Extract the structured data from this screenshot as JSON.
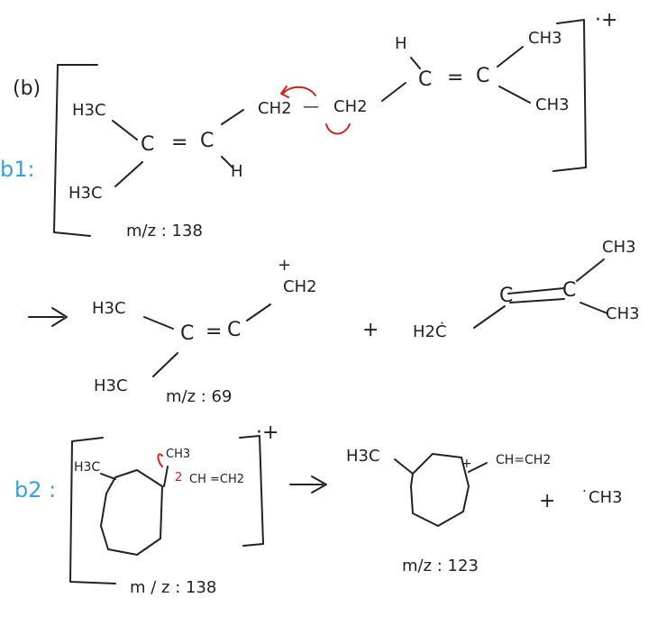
{
  "section_label": "(b)",
  "b1": {
    "label": "b1:",
    "h3c_top": "H3C",
    "h3c_bottom": "H3C",
    "c_left": "C",
    "eq1": "=",
    "c_right": "C",
    "h_low": "H",
    "ch2_a": "CH2",
    "dash": "—",
    "ch2_b": "CH2",
    "h_top": "H",
    "c3": "C",
    "eq2": "=",
    "c4": "C",
    "ch3_top": "CH3",
    "ch3_bottom": "CH3",
    "charge": "·+",
    "mz": "m/z : 138"
  },
  "fragments_1": {
    "arrow": "→",
    "plus_cation": "+",
    "ch2": "CH2",
    "h3c_top": "H3C",
    "c_a": "C",
    "eq": "=",
    "c_b": "C",
    "h3c_bottom": "H3C",
    "mz": "m/z : 69",
    "plus": "+",
    "h2c_radical": "H2Ċ",
    "c_left": "C",
    "c_right": "C",
    "ch3_top": "CH3",
    "ch3_bottom": "CH3"
  },
  "b2": {
    "label": "b2 :",
    "h3c": "H3C",
    "ch3_red": "CH3",
    "num_red": "2",
    "vinyl": "CH =CH2",
    "charge": "·+",
    "mz": "m / z : 138",
    "arrow": "→",
    "p_h3c": "H3C",
    "p_plus": "+",
    "p_vinyl": "CH=CH2",
    "p_mz": "m/z : 123",
    "plus": "+",
    "ch3_radical": "˙CH3"
  }
}
